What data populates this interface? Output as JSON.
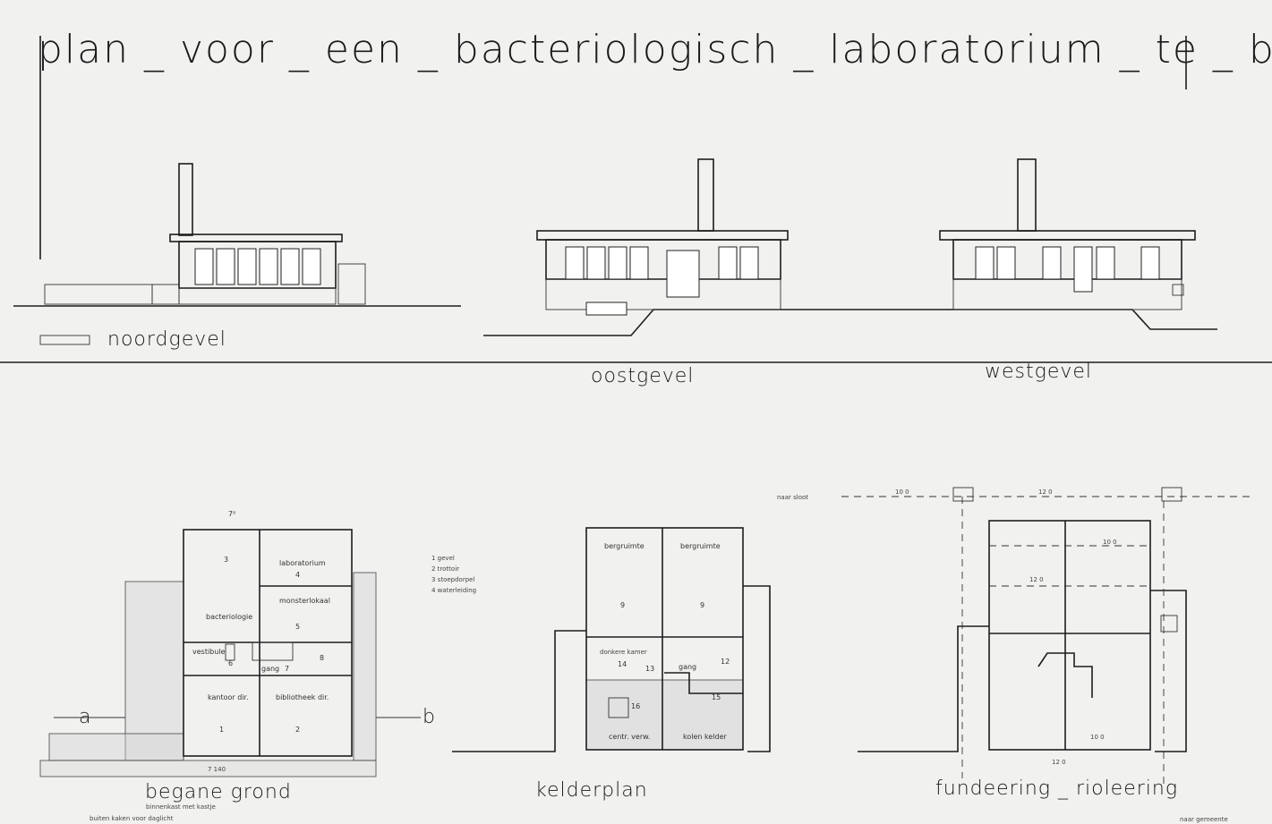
{
  "title": "plan _ voor _ een _ bacteriologisch _ laboratorium _ te _ bergen _",
  "elevations": {
    "north": "noordgevel",
    "east": "oostgevel",
    "west": "westgevel"
  },
  "plans": {
    "ground_floor": {
      "label": "begane grond",
      "note_1": "binnenkast met kastje",
      "note_2": "buiten kaken voor daglicht",
      "dimension_top": "7⁰",
      "dimension_bottom": "7 140",
      "section_a": "a",
      "section_b": "b",
      "rooms": [
        {
          "name": "bacteriologie",
          "number": "3"
        },
        {
          "name": "laboratorium",
          "number": "4"
        },
        {
          "name": "monsterlokaal",
          "number": "5"
        },
        {
          "name": "vestibule",
          "number": "6"
        },
        {
          "name": "gang",
          "number": "7"
        },
        {
          "name": "",
          "number": "8"
        },
        {
          "name": "kantoor dir.",
          "number": "1"
        },
        {
          "name": "bibliotheek dir.",
          "number": "2"
        }
      ]
    },
    "basement": {
      "label": "kelderplan",
      "rooms": [
        {
          "name": "bergruimte",
          "number": "9"
        },
        {
          "name": "bergruimte",
          "number": "9"
        },
        {
          "name": "donkere kamer",
          "number": "14"
        },
        {
          "name": "",
          "number": "13"
        },
        {
          "name": "gang",
          "number": "12"
        },
        {
          "name": "centr. verw.",
          "number": "16"
        },
        {
          "name": "kolen kelder",
          "number": "15"
        }
      ]
    },
    "foundation": {
      "label": "fundeering _ rioleering",
      "to_ditch": "naar sloot",
      "dim_1": "10 0",
      "dim_2": "12 0",
      "dim_3": "10 0",
      "dim_4": "12 0",
      "dim_5": "10 0",
      "dim_6": "12 0",
      "municipal_note": "naar gemeente"
    }
  },
  "legend": [
    "1 gevel",
    "2 trottoir",
    "3 stoepdorpel",
    "4 waterleiding"
  ]
}
